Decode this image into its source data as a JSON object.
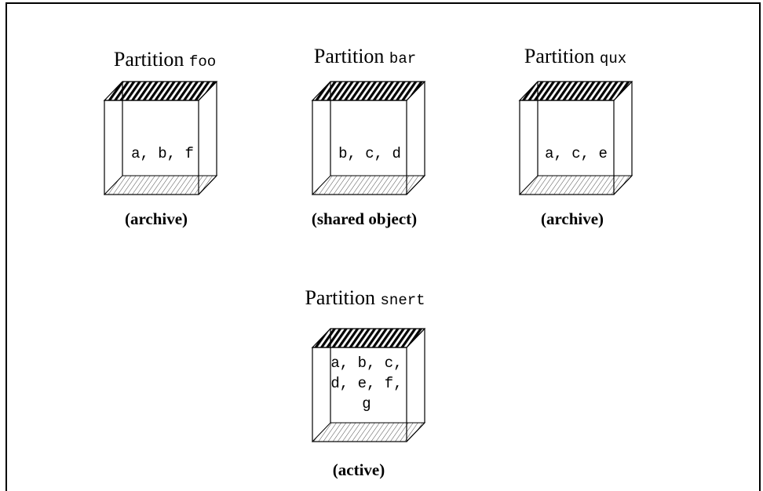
{
  "partitions": [
    {
      "id": "foo",
      "title_prefix": "Partition",
      "name": "foo",
      "contents_lines": [
        "a, b, f"
      ],
      "caption": "(archive)"
    },
    {
      "id": "bar",
      "title_prefix": "Partition",
      "name": "bar",
      "contents_lines": [
        "b, c, d"
      ],
      "caption": "(shared object)"
    },
    {
      "id": "qux",
      "title_prefix": "Partition",
      "name": "qux",
      "contents_lines": [
        "a, c, e"
      ],
      "caption": "(archive)"
    },
    {
      "id": "snert",
      "title_prefix": "Partition",
      "name": "snert",
      "contents_lines": [
        "a, b, c,",
        "d, e, f,",
        "g"
      ],
      "caption": "(active)"
    }
  ],
  "colors": {
    "stroke": "#000000",
    "background": "#ffffff"
  }
}
